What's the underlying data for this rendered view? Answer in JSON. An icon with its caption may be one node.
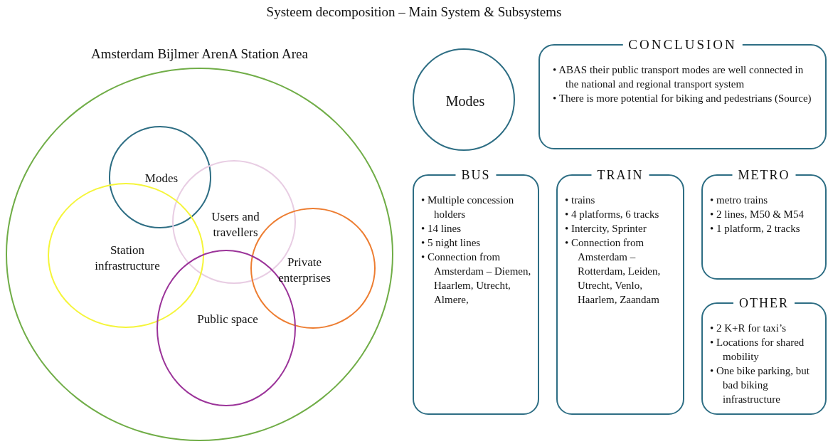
{
  "diagram": {
    "title": "Systeem decomposition – Main System & Subsystems",
    "nodes": [
      {
        "text": [
          "Amsterdam Bijlmer ArenA Station Area"
        ]
      },
      {
        "text": [
          "Modes"
        ],
        "in": 0
      },
      {
        "text": [
          "Users and travellers"
        ],
        "in": 0
      },
      {
        "text": [
          "Station infrastructure"
        ],
        "in": 0
      },
      {
        "text": [
          "Private enterprises"
        ],
        "in": 0
      },
      {
        "text": [
          "Public space"
        ],
        "in": 0
      },
      {
        "text": [
          "Modes"
        ]
      },
      {
        "text": [
          "CONCLUSION",
          "• ABAS their public transport modes are well connected in the national and regional transport system",
          "• There is more potential for biking and pedestrians (Source)"
        ]
      },
      {
        "text": [
          "BUS",
          "• Multiple concession holders",
          "• 14 lines",
          "• 5 night lines",
          "• Connection from Amsterdam – Diemen, Haarlem, Utrecht, Almere,"
        ]
      },
      {
        "text": [
          "TRAIN",
          "• trains",
          "• 4 platforms, 6 tracks",
          "• Intercity, Sprinter",
          "• Connection from Amsterdam – Rotterdam, Leiden, Utrecht, Venlo, Haarlem, Zaandam"
        ]
      },
      {
        "text": [
          "METRO",
          "• metro trains",
          "• 2 lines, M50 & M54",
          "• 1 platform, 2 tracks"
        ]
      },
      {
        "text": [
          "OTHER",
          "• 2 K+R for taxi’s",
          "• Locations for shared mobility",
          "• One bike parking, but bad biking infrastructure"
        ]
      }
    ],
    "edges": []
  }
}
